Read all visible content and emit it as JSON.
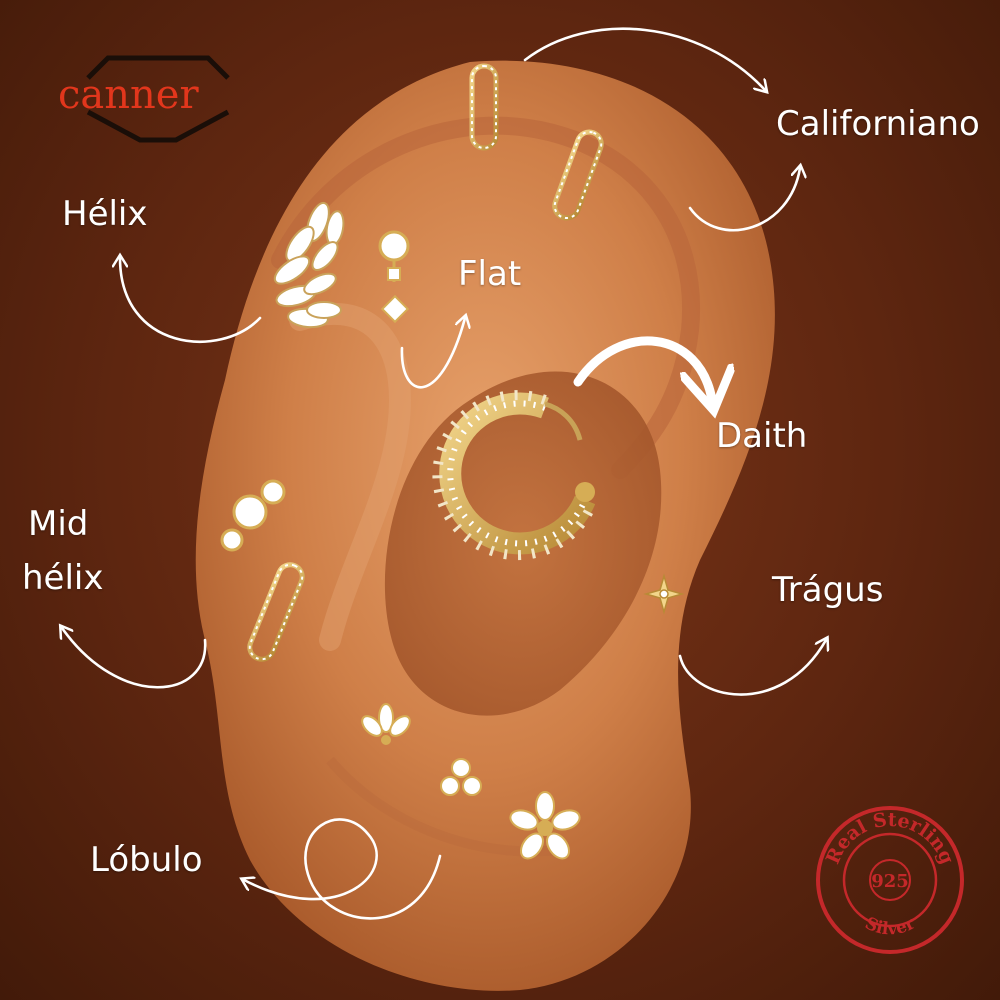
{
  "brand": {
    "logo_text": "canner",
    "logo_color": "#e2361c"
  },
  "labels": {
    "californiano": "Californiano",
    "helix": "Hélix",
    "flat": "Flat",
    "daith": "Daith",
    "mid_helix_line1": "Mid",
    "mid_helix_line2": "hélix",
    "tragus": "Trágus",
    "lobulo": "Lóbulo"
  },
  "stamp": {
    "top_text": "Real Sterling",
    "bottom_text": "Silver",
    "center_text": "925",
    "color": "#c4282a"
  },
  "colors": {
    "background": "#5e2610",
    "skin": "#d98a55",
    "gold": "#d6ad55",
    "arrow": "#ffffff"
  }
}
